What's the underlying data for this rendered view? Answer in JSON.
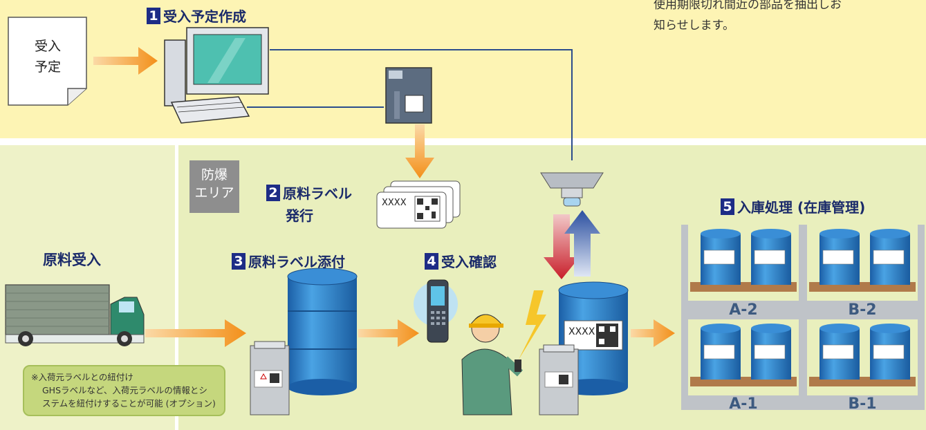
{
  "top_note": "使用期限切れ間近の部品を抽出しお\n知らせします。",
  "document": {
    "text": "受入\n予定"
  },
  "steps": [
    {
      "num": "1",
      "label": "受入予定作成"
    },
    {
      "num": "2",
      "label": "原料ラベル",
      "label2": "発行"
    },
    {
      "num": "3",
      "label": "原料ラベル添付"
    },
    {
      "num": "4",
      "label": "受入確認"
    },
    {
      "num": "5",
      "label": "入庫処理 (在庫管理)"
    }
  ],
  "zone": {
    "text": "防爆\nエリア"
  },
  "receiving": {
    "title": "原料受入"
  },
  "callout": {
    "line1": "※入荷元ラベルとの紐付け",
    "line2": "GHSラベルなど、入荷元ラベルの情報とシ",
    "line3": "ステムを紐付けすることが可能 (オプション)"
  },
  "label_text": "XXXX",
  "racks": [
    {
      "id": "A-2"
    },
    {
      "id": "B-2"
    },
    {
      "id": "A-1"
    },
    {
      "id": "B-1"
    }
  ],
  "colors": {
    "top_band": "#fdf4b4",
    "bottom_band": "#e9efbd",
    "step_number_bg": "#1d2c86",
    "arrow_orange": "#f39a1e",
    "drum_blue": "#2f7cc4",
    "down_arrow": "#c81e2a",
    "up_arrow": "#2b4fa0"
  },
  "icons": [
    "document-icon",
    "computer-icon",
    "label-printer-icon",
    "label-icon",
    "truck-icon",
    "drum-icon",
    "can-icon",
    "handheld-scanner-icon",
    "worker-icon",
    "ceiling-antenna-icon",
    "rack-icon"
  ]
}
